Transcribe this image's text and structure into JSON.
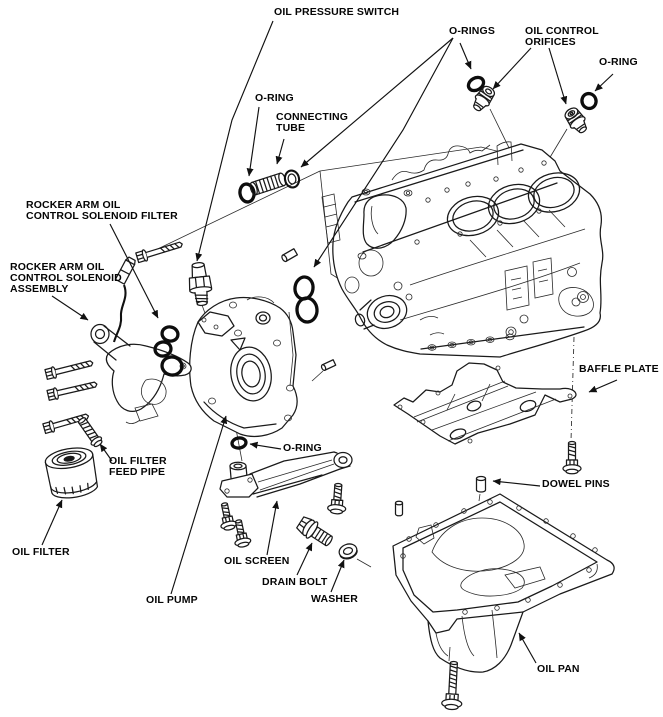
{
  "colors": {
    "background": "#ffffff",
    "ink": "#1a1a1a"
  },
  "labels": {
    "oil_pressure_switch": "OIL PRESSURE SWITCH",
    "o_ring_top": "O-RING",
    "connecting_tube": "CONNECTING\nTUBE",
    "o_rings": "O-RINGS",
    "oil_control_orifices": "OIL CONTROL\nORIFICES",
    "o_ring_right": "O-RING",
    "rocker_arm_filter": "ROCKER ARM OIL\nCONTROL SOLENOID FILTER",
    "rocker_arm_assembly": "ROCKER ARM OIL\nCONTROL SOLENOID\nASSEMBLY",
    "oil_filter_feed_pipe": "OIL FILTER\nFEED PIPE",
    "oil_filter": "OIL FILTER",
    "o_ring_mid": "O-RING",
    "oil_screen": "OIL SCREEN",
    "drain_bolt": "DRAIN BOLT",
    "washer": "WASHER",
    "oil_pump": "OIL PUMP",
    "baffle_plate": "BAFFLE PLATE",
    "dowel_pins": "DOWEL PINS",
    "oil_pan": "OIL PAN"
  }
}
